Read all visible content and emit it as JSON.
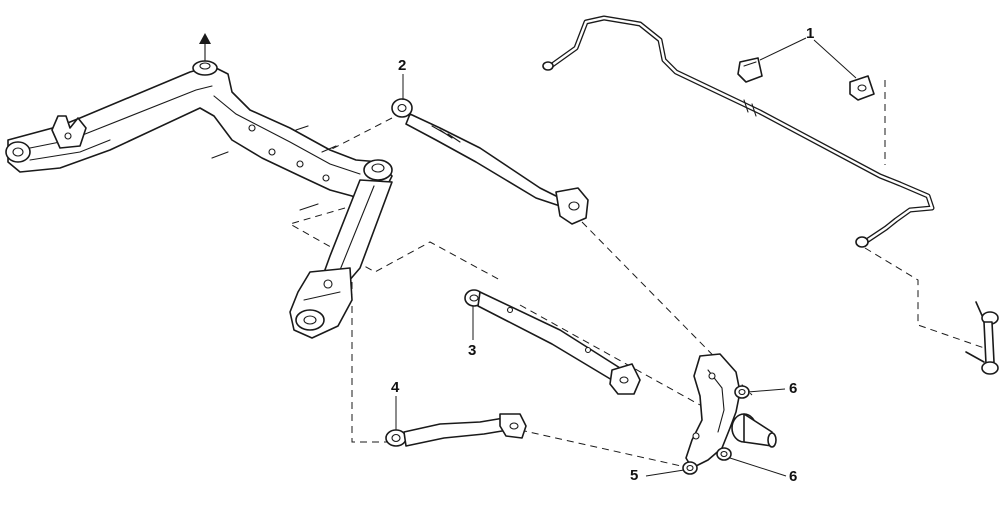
{
  "diagram": {
    "callouts": {
      "c1": "1",
      "c2": "2",
      "c3": "3",
      "c4": "4",
      "c5": "5",
      "c6a": "6",
      "c6b": "6"
    }
  }
}
